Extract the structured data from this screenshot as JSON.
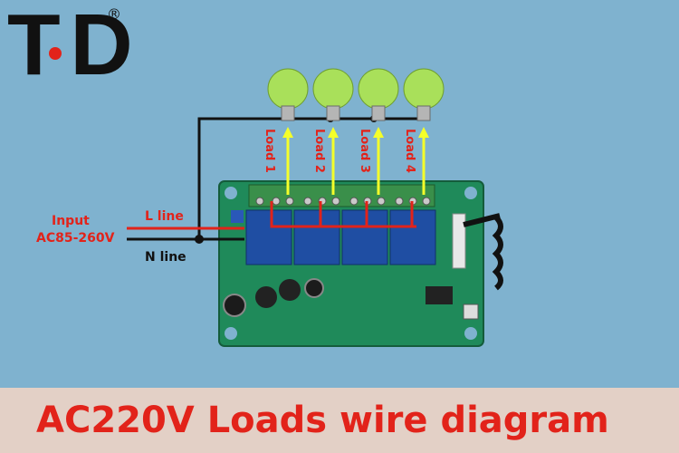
{
  "logo": {
    "text": "T D",
    "registered": "®"
  },
  "input": {
    "label": "Input",
    "range": "AC85-260V"
  },
  "wires": {
    "live": "L line",
    "neutral": "N line"
  },
  "loads": [
    {
      "label": "Load 1"
    },
    {
      "label": "Load 2"
    },
    {
      "label": "Load 3"
    },
    {
      "label": "Load 4"
    }
  ],
  "footer": {
    "title": "AC220V Loads wire diagram"
  },
  "colors": {
    "background": "#7fb2cf",
    "live_wire": "#e2231a",
    "neutral_wire": "#111111",
    "load_wire": "#f4ff2a",
    "pcb": "#1f8a5a",
    "relay": "#1f4ea3",
    "bulb": "#a9e05a",
    "footer_bg": "#e3d0c6"
  }
}
